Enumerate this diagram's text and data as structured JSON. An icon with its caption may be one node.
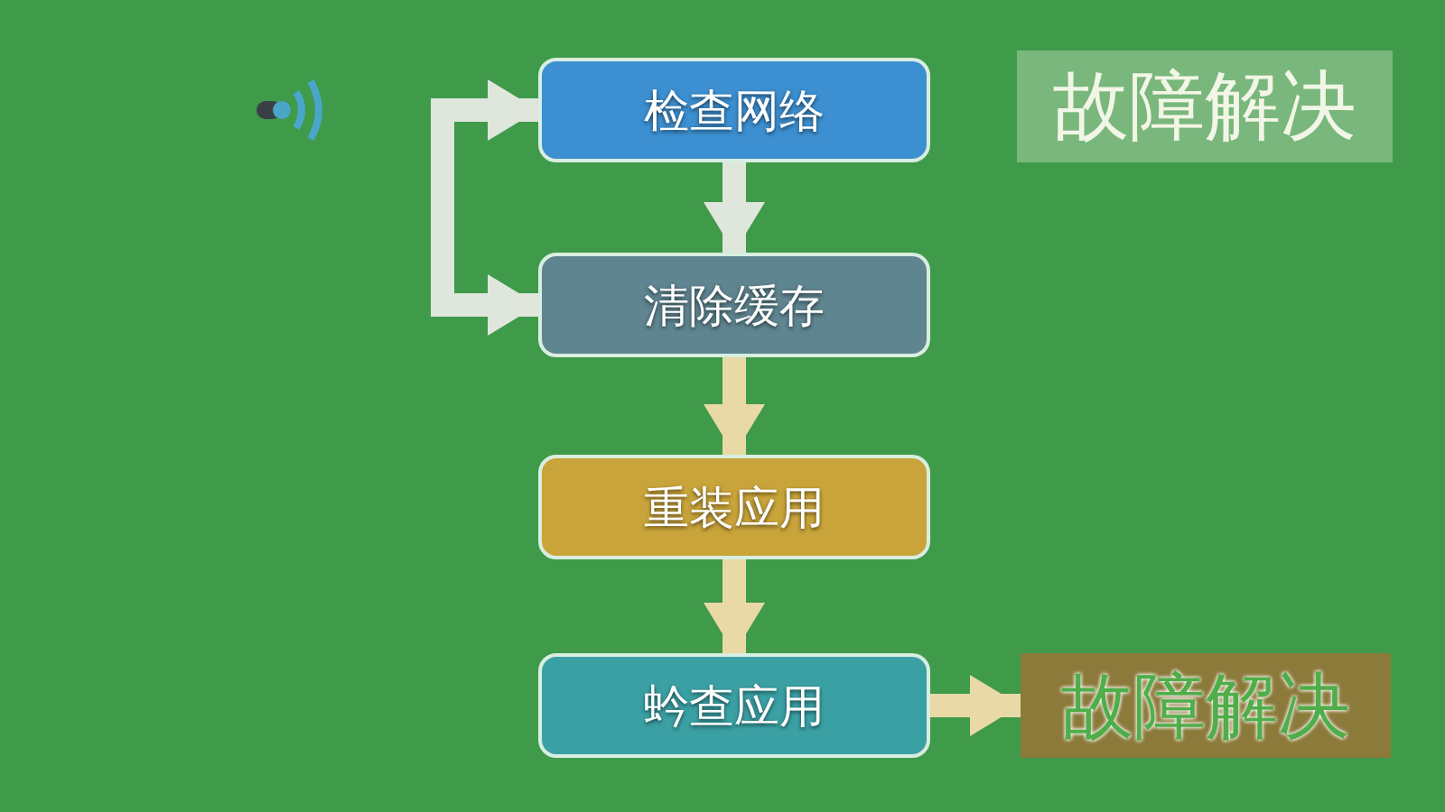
{
  "diagram": {
    "title": "故障解决",
    "nodes": [
      {
        "text": [
          "检查网络"
        ]
      },
      {
        "text": [
          "清除缓存"
        ]
      },
      {
        "text": [
          "重装应用"
        ]
      },
      {
        "text": [
          "蚙查应用"
        ]
      },
      {
        "text": [
          "故障解决"
        ]
      }
    ],
    "edges": [
      {
        "from": 0,
        "to": 1,
        "arrow": "to",
        "color": "#dfe6dc"
      },
      {
        "from": 1,
        "to": 2,
        "arrow": "to"
      },
      {
        "from": 2,
        "to": 3,
        "arrow": "to"
      },
      {
        "from": 3,
        "to": 4,
        "arrow": "to"
      },
      {
        "from": 0,
        "to": 1,
        "arrow": "both",
        "color": "#dfe6dc"
      }
    ]
  }
}
